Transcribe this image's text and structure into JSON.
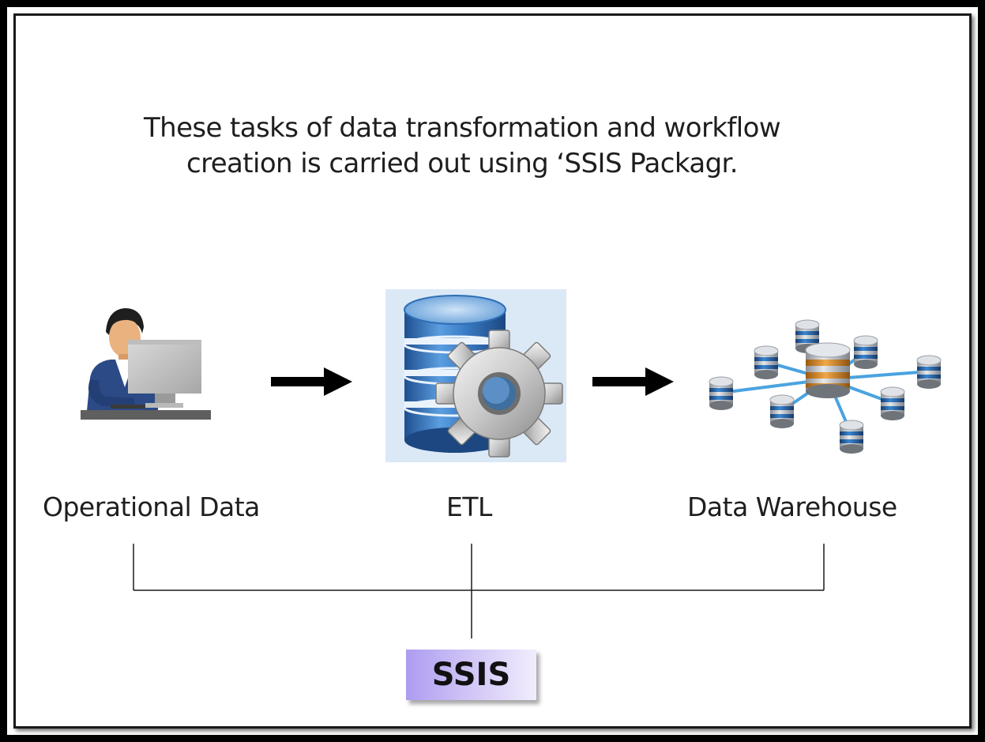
{
  "heading": {
    "line1": "These tasks of data transformation and workflow",
    "line2": "creation is carried out using ‘SSIS Packagr."
  },
  "nodes": {
    "operational": "Operational Data",
    "etl": "ETL",
    "warehouse": "Data Warehouse"
  },
  "ssis_label": "SSIS",
  "icons": {
    "operational": "person-at-computer-icon",
    "etl": "database-gear-icon",
    "warehouse": "database-network-icon"
  },
  "colors": {
    "frame": "#000000",
    "ssis_gradient_start": "#ad9cf0",
    "ssis_gradient_end": "#f1edfc",
    "database_blue": "#2f6fb5",
    "warehouse_orange": "#d9902f",
    "connector_blue": "#4aa3e0"
  }
}
